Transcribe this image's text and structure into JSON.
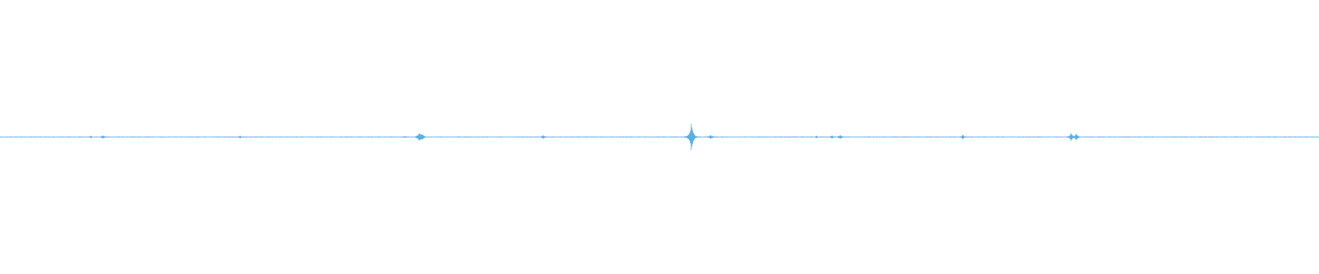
{
  "waveform": {
    "color": "#5aaee2",
    "baseline_color": "#5aaee2",
    "background": "#ffffff",
    "duration_fraction_markers": [
      {
        "t": 0.069,
        "amplitude": 0.05
      },
      {
        "t": 0.078,
        "amplitude": 0.06
      },
      {
        "t": 0.182,
        "amplitude": 0.06
      },
      {
        "t": 0.307,
        "amplitude": 0.04
      },
      {
        "t": 0.318,
        "amplitude": 0.18
      },
      {
        "t": 0.32,
        "amplitude": 0.12
      },
      {
        "t": 0.412,
        "amplitude": 0.08
      },
      {
        "t": 0.475,
        "amplitude": 0.03
      },
      {
        "t": 0.524,
        "amplitude": 0.5
      },
      {
        "t": 0.539,
        "amplitude": 0.1
      },
      {
        "t": 0.619,
        "amplitude": 0.05
      },
      {
        "t": 0.631,
        "amplitude": 0.06
      },
      {
        "t": 0.637,
        "amplitude": 0.09
      },
      {
        "t": 0.73,
        "amplitude": 0.08
      },
      {
        "t": 0.812,
        "amplitude": 0.15
      },
      {
        "t": 0.816,
        "amplitude": 0.12
      }
    ],
    "noise_level": 0.01
  }
}
